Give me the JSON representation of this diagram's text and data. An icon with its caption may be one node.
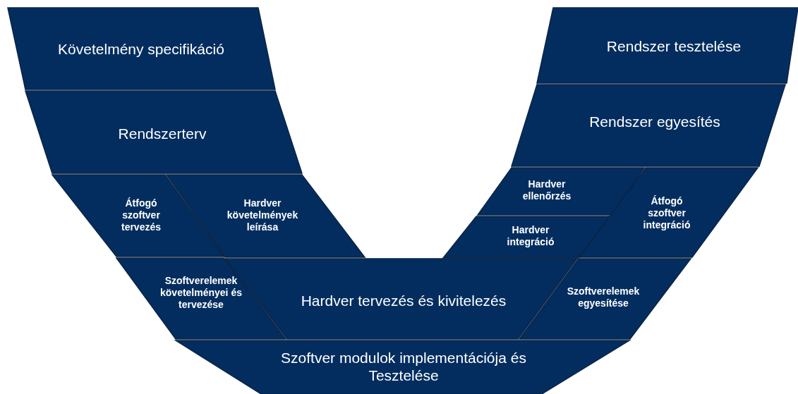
{
  "diagram": {
    "nodes": [
      {
        "text": [
          "Követelmény specifikáció"
        ]
      },
      {
        "text": [
          "Rendszer tesztelése"
        ]
      },
      {
        "text": [
          "Rendszerterv"
        ]
      },
      {
        "text": [
          "Rendszer egyesítés"
        ]
      },
      {
        "text": [
          "Átfogó szoftver tervezés"
        ]
      },
      {
        "text": [
          "Hardver követelmények leírása"
        ]
      },
      {
        "text": [
          "Hardver ellenőrzés"
        ]
      },
      {
        "text": [
          "Átfogó szoftver integráció"
        ]
      },
      {
        "text": [
          "Hardver integráció"
        ]
      },
      {
        "text": [
          "Szoftverelemek követelményei és tervezése"
        ]
      },
      {
        "text": [
          "Hardver tervezés és kivitelezés"
        ]
      },
      {
        "text": [
          "Szoftverelemek egyesítése"
        ]
      },
      {
        "text": [
          "Szoftver modulok implementációja és Tesztelése"
        ]
      }
    ]
  }
}
